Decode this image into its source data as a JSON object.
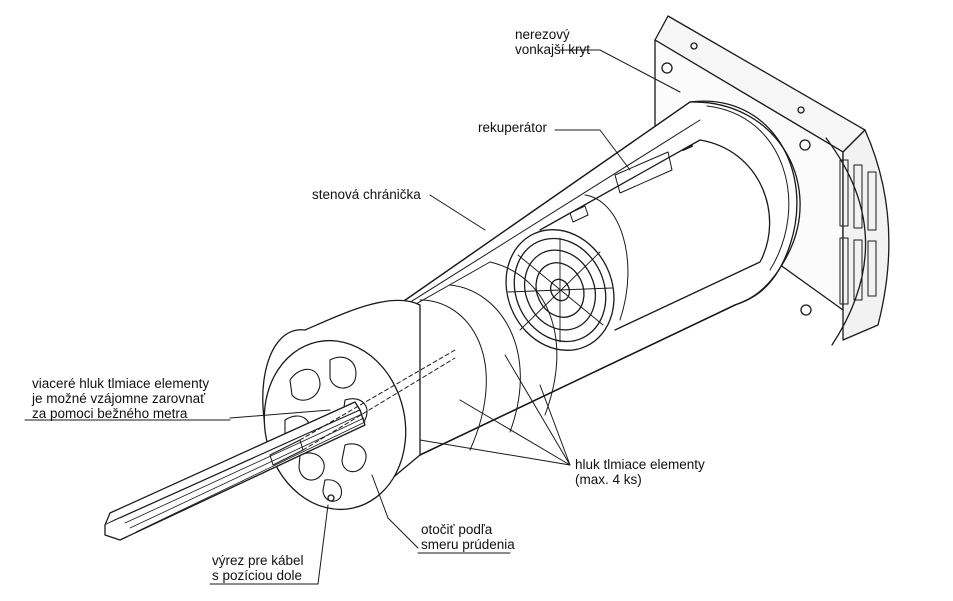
{
  "labels": {
    "outer_cover": [
      "nerezový",
      "vonkajší kryt"
    ],
    "recuperator": "rekuperátor",
    "wall_sleeve": "stenová chránička",
    "multiple_elements": [
      "viaceré hluk tlmiace elementy",
      "je možné vzájomne zarovnať",
      "za pomoci bežného metra"
    ],
    "silencer_elements": [
      "hluk tlmiace elementy",
      "(max. 4 ks)"
    ],
    "rotate_flow": [
      "otočiť podľa",
      "smeru prúdenia"
    ],
    "cable_cutout": [
      "výrez pre kábel",
      "s pozíciou dole"
    ]
  }
}
